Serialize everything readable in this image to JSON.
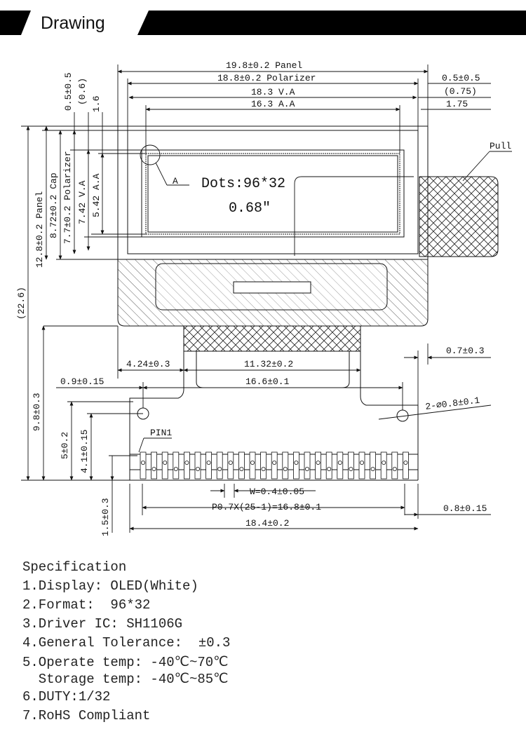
{
  "header": {
    "title": "Drawing"
  },
  "dimensions": {
    "panel_w": "19.8±0.2 Panel",
    "polarizer_w": "18.8±0.2 Polarizer",
    "va_w": "18.3 V.A",
    "aa_w": "16.3 A.A",
    "right_05": "0.5±0.5",
    "right_075": "(0.75)",
    "right_175": "1.75",
    "left_05": "0.5±0.5",
    "left_06": "(0.6)",
    "left_16": "1.6",
    "panel_h": "12.8±0.2 Panel",
    "cap_h": "8.72±0.2 Cap",
    "polarizer_h": "7.7±0.2 Polarizer",
    "va_h": "7.42 V.A",
    "aa_h": "5.42 A.A",
    "total_h": "(22.6)",
    "tail_h": "9.8±0.3",
    "h_5": "5±0.2",
    "h_41": "4.1±0.15",
    "h_15": "1.5±0.3",
    "d_424": "4.24±0.3",
    "d_1132": "11.32±0.2",
    "d_07": "0.7±0.3",
    "d_09": "0.9±0.15",
    "d_166": "16.6±0.1",
    "hole": "2-⌀0.8±0.1",
    "pin1": "PIN1",
    "width_w": "W=0.4±0.05",
    "pitch": "P0.7X(25-1)=16.8±0.1",
    "d_08": "0.8±0.15",
    "d_184": "18.4±0.2",
    "pull": "Pull",
    "label_a": "A",
    "dots": "Dots:96*32",
    "size": "0.68\""
  },
  "spec": {
    "title": "Specification",
    "items": [
      "1.Display: OLED(White)",
      "2.Format:  96*32",
      "3.Driver IC: SH1106G",
      "4.General Tolerance:  ±0.3",
      "5.Operate temp: -40℃~70℃",
      "  Storage temp: -40℃~85℃",
      "6.DUTY:1/32",
      "7.RoHS Compliant"
    ]
  }
}
